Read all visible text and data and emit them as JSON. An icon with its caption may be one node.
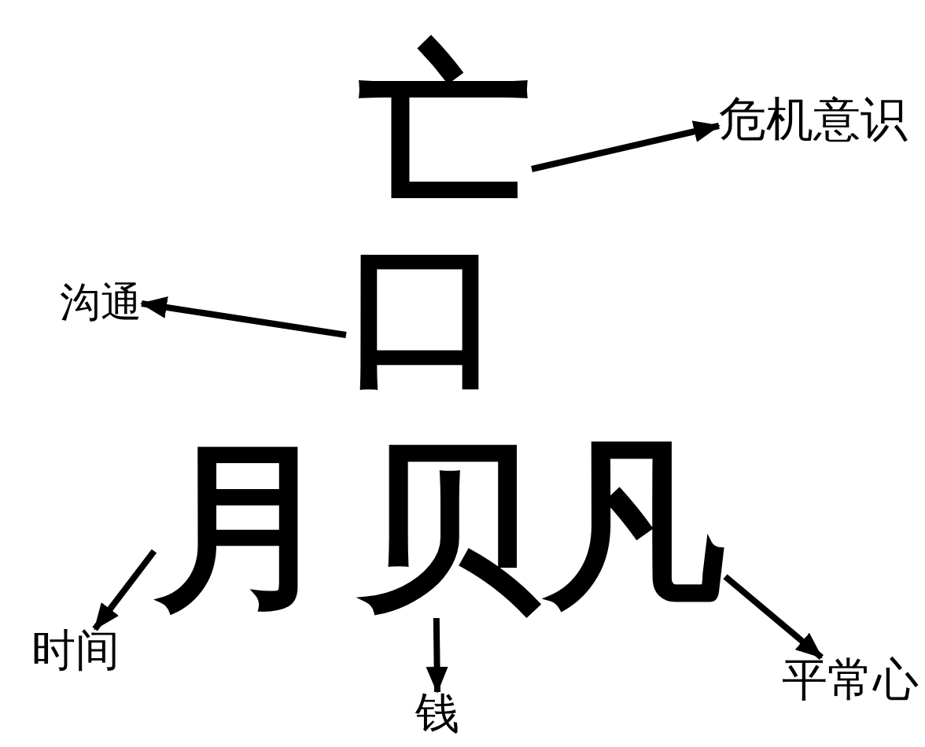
{
  "diagram": {
    "nodes": [
      {
        "text": [
          "亡"
        ]
      },
      {
        "text": [
          "危机意识"
        ]
      },
      {
        "text": [
          "沟通"
        ]
      },
      {
        "text": [
          "口"
        ]
      },
      {
        "text": [
          "月"
        ]
      },
      {
        "text": [
          "贝"
        ]
      },
      {
        "text": [
          "凡"
        ]
      },
      {
        "text": [
          "时间"
        ]
      },
      {
        "text": [
          "钱"
        ]
      },
      {
        "text": [
          "平常心"
        ]
      }
    ],
    "edges": [
      {
        "from": 0,
        "to": 1,
        "arrow": "to"
      },
      {
        "from": 3,
        "to": 2,
        "arrow": "to"
      },
      {
        "from": 4,
        "to": 7,
        "arrow": "to"
      },
      {
        "from": 5,
        "to": 8,
        "arrow": "to"
      },
      {
        "from": 6,
        "to": 9,
        "arrow": "to"
      }
    ]
  }
}
